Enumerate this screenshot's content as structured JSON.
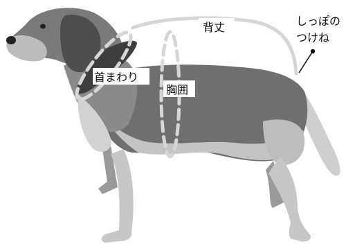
{
  "labels": {
    "back_length": "背丈",
    "neck_girth": "首まわり",
    "chest_girth": "胸囲",
    "tail_base_line1": "しっぽの",
    "tail_base_line2": "つけね"
  },
  "colors": {
    "guide": "#d6d6d6",
    "dog_dark": "#4a4a4a",
    "dog_mid": "#7e7e7e",
    "dog_light": "#c9c9c9",
    "text": "#111111"
  }
}
